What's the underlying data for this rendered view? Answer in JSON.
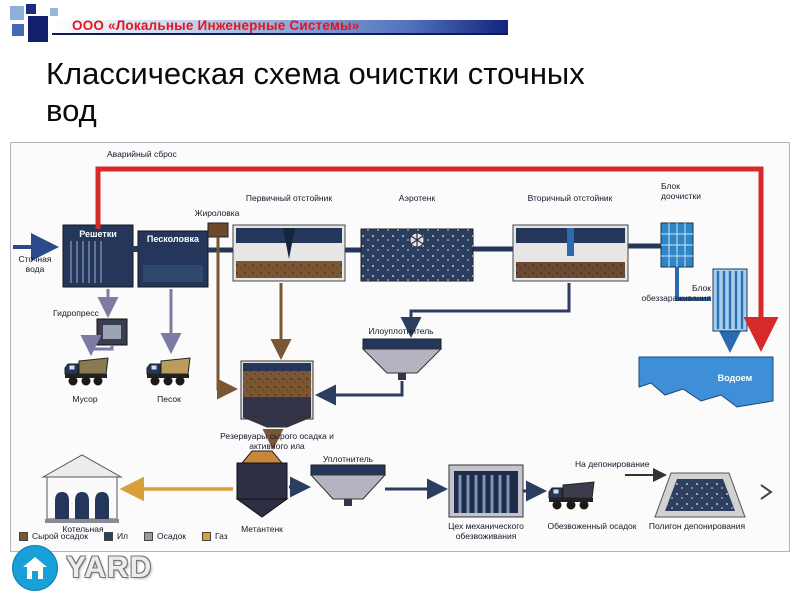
{
  "header": {
    "company": "ООО «Локальные Инженерные Системы»"
  },
  "title": "Классическая схема очистки сточных вод",
  "diagram": {
    "labels": {
      "emergency_discharge": "Аварийный сброс",
      "influent": "Сточная вода",
      "screens": "Решетки",
      "sand_trap": "Песколовка",
      "grease_trap": "Жироловка",
      "primary_clarifier": "Первичный отстойник",
      "aeration_tank": "Аэротенк",
      "secondary_clarifier": "Вторичный отстойник",
      "polishing_unit": "Блок доочистки",
      "disinfection_unit": "Блок обеззараживания",
      "water_body": "Водоем",
      "hydropress": "Гидропресс",
      "refuse": "Мусор",
      "sand": "Песок",
      "sludge_thickener": "Илоуплотнитель",
      "raw_sludge_tanks": "Резервуары сырого осадка и активного ила",
      "boiler_house": "Котельная",
      "digester": "Метантенк",
      "compactor": "Уплотнитель",
      "dewatering_shop": "Цех механического обезвоживания",
      "dewatered_sludge": "Обезвоженный осадок",
      "to_landfill": "На депонирование",
      "landfill": "Полигон депонирования"
    },
    "legend": [
      {
        "label": "Сырой осадок",
        "color": "#7a5632"
      },
      {
        "label": "Ил",
        "color": "#2e3e5e"
      },
      {
        "label": "Осадок",
        "color": "#9a9aa6"
      },
      {
        "label": "Газ",
        "color": "#d8a03a"
      }
    ]
  },
  "logo": {
    "text": "YARD"
  },
  "colors": {
    "accent_red": "#e8141c",
    "pipe_red": "#d42a2a",
    "pipe_navy": "#2c3e60",
    "pipe_blue": "#2a6ab0",
    "pipe_purple": "#7c7ca2",
    "pipe_brown": "#7a5632",
    "pipe_orange": "#d8a03a",
    "logo_blue": "#18a0d8"
  }
}
